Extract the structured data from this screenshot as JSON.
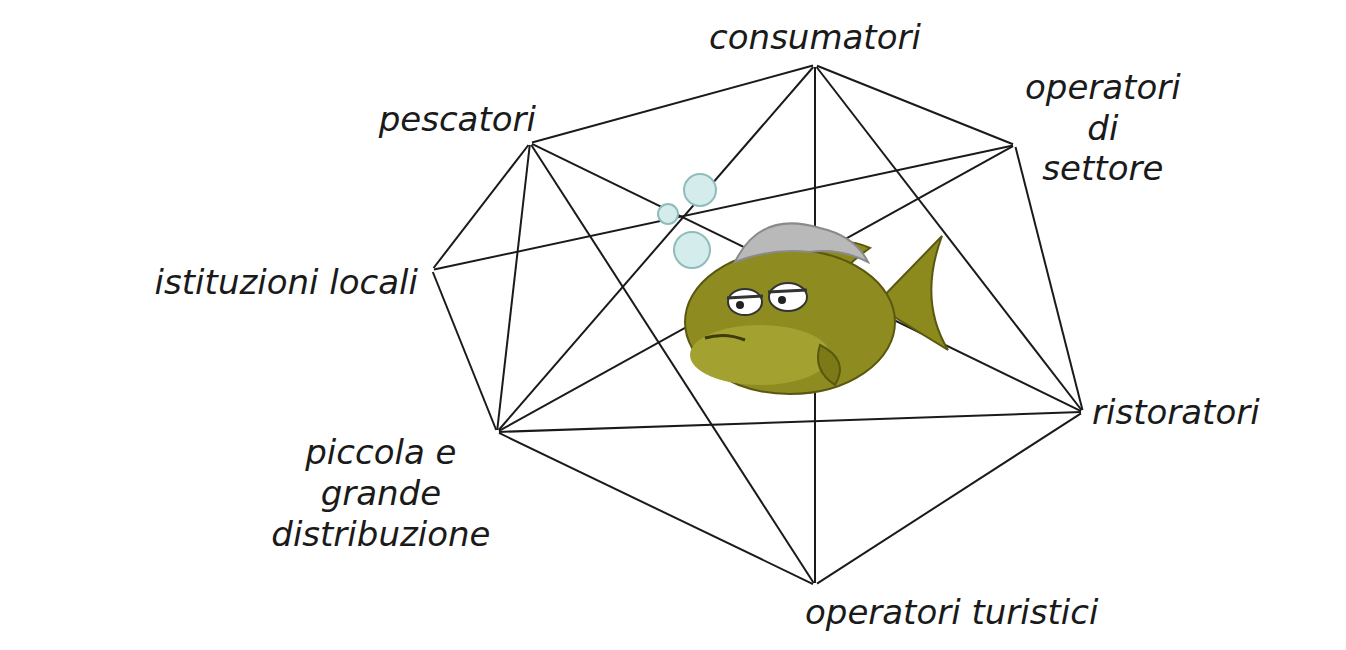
{
  "diagram": {
    "nodes": [
      {
        "text": [
          "consumatori"
        ]
      },
      {
        "text": [
          "pescatori"
        ]
      },
      {
        "text": [
          "operatori di settore"
        ]
      },
      {
        "text": [
          "istituzioni locali"
        ]
      },
      {
        "text": [
          "ristoratori"
        ]
      },
      {
        "text": [
          "piccola e grande distribuzione"
        ]
      },
      {
        "text": [
          "operatori turistici"
        ]
      }
    ],
    "edges": [
      {
        "from": 1,
        "to": 0,
        "arrow": "none"
      },
      {
        "from": 0,
        "to": 2,
        "arrow": "none"
      },
      {
        "from": 2,
        "to": 4,
        "arrow": "none"
      },
      {
        "from": 4,
        "to": 6,
        "arrow": "none"
      },
      {
        "from": 6,
        "to": 5,
        "arrow": "none"
      },
      {
        "from": 5,
        "to": 3,
        "arrow": "none"
      },
      {
        "from": 3,
        "to": 1,
        "arrow": "none"
      },
      {
        "from": 0,
        "to": 6,
        "arrow": "none"
      },
      {
        "from": 0,
        "to": 5,
        "arrow": "none"
      },
      {
        "from": 0,
        "to": 4,
        "arrow": "none"
      },
      {
        "from": 1,
        "to": 4,
        "arrow": "none"
      },
      {
        "from": 1,
        "to": 6,
        "arrow": "none"
      },
      {
        "from": 1,
        "to": 5,
        "arrow": "none"
      },
      {
        "from": 3,
        "to": 2,
        "arrow": "none"
      },
      {
        "from": 5,
        "to": 2,
        "arrow": "none"
      },
      {
        "from": 5,
        "to": 4,
        "arrow": "none"
      }
    ]
  }
}
